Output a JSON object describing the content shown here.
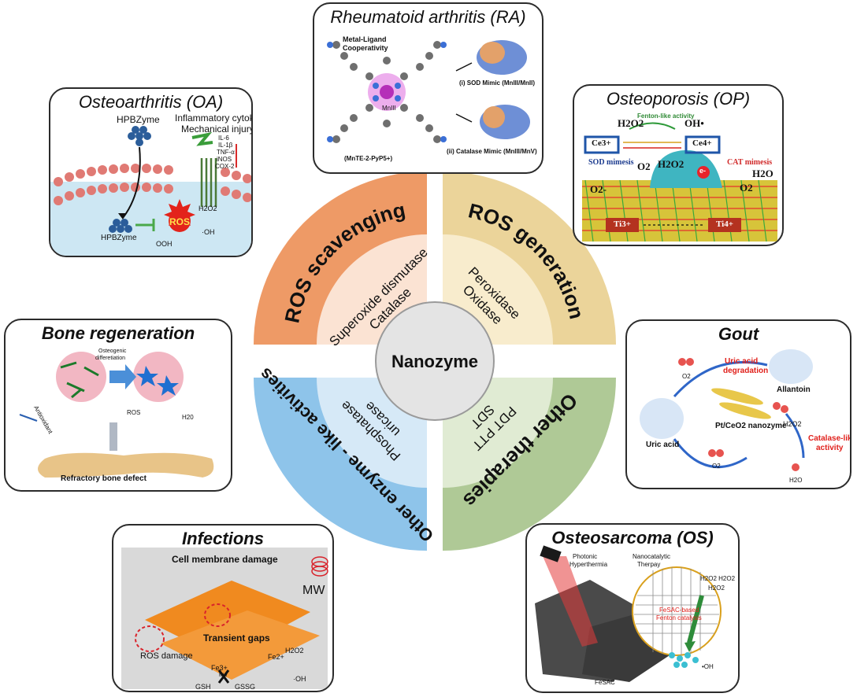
{
  "center": {
    "title": "Nanozyme"
  },
  "colors": {
    "orange": "#ee9a66",
    "orange_light": "#fbe3d3",
    "yellow": "#ebd49a",
    "yellow_light": "#f8eccd",
    "blue": "#8ec4ea",
    "blue_light": "#d6e9f7",
    "green": "#afc996",
    "green_light": "#e0ebd3",
    "core": "#e4e4e4"
  },
  "quadrants": {
    "ros_scavenging": {
      "title": "ROS scavenging",
      "inner_line1": "Superoxide dismutase",
      "inner_line2": "Catalase"
    },
    "ros_generation": {
      "title": "ROS generation",
      "inner_line1": "Peroxidase",
      "inner_line2": "Oxidase"
    },
    "other_enzyme": {
      "title": "Other enzyme - like activities",
      "inner_line1": "Phosphatase",
      "inner_line2": "uricase"
    },
    "other_therapies": {
      "title": "Other therapies",
      "inner_line1": "PDT PTT",
      "inner_line2": "SDT"
    }
  },
  "panels": {
    "oa": {
      "title": "Osteoarthritis (OA)",
      "hpbzyme_top": "HPBZyme",
      "cytokine": "Inflammatory cytokine",
      "injury": "Mechanical injury",
      "il6": "IL-6",
      "il1b": "IL-1β",
      "tnf": "TNF-α",
      "inos": "iNOS",
      "cox2": "COX-2",
      "h2o2": "H2O2",
      "ros": "ROS",
      "oh": "·OH",
      "ooh": "OOH",
      "hpbzyme_bottom": "HPBZyme"
    },
    "ra": {
      "title": "Rheumatoid arthritis (RA)",
      "mlc1": "Metal-Ligand",
      "mlc2": "Cooperativity",
      "mn": "MnIII",
      "sod": "(i) SOD Mimic (MnIII/MnII)",
      "cat": "(ii) Catalase Mimic (MnIII/MnV)",
      "compound": "(MnTE-2-PyP5+)"
    },
    "op": {
      "title": "Osteoporosis (OP)",
      "fenton": "Fenton-like activity",
      "h2o2": "H2O2",
      "oh": "OH•",
      "ce3": "Ce3+",
      "ce4": "Ce4+",
      "sod": "SOD mimesis",
      "cat": "CAT mimesis",
      "o2": "O2",
      "h2o2b": "H2O2",
      "h2o": "H2O",
      "o2b": "O2",
      "o2minus": "O2-",
      "e": "e-",
      "ti3": "Ti3+",
      "ti4": "Ti4+"
    },
    "bone": {
      "title": "Bone regeneration",
      "osteo1": "Osteogenic",
      "osteo2": "differetiation",
      "ros": "ROS",
      "h2o": "H20",
      "anti": "Antioxidant",
      "defect": "Refractory bone defect"
    },
    "gout": {
      "title": "Gout",
      "uric_deg1": "Uric acid",
      "uric_deg2": "degradation",
      "allantoin": "Allantoin",
      "o2": "O2",
      "nano": "Pt/CeO2 nanozyme",
      "h2o2": "H2O2",
      "uric": "Uric acid",
      "cat1": "Catalase-like",
      "cat2": "activity",
      "o2b": "O2",
      "h2o": "H2O"
    },
    "inf": {
      "title": "Infections",
      "membrane": "Cell membrane damage",
      "mw": "MW",
      "gaps": "Transient gaps",
      "ros": "ROS damage",
      "h2o2": "H2O2",
      "fe2": "Fe2+",
      "fe3": "Fe3+",
      "mw2": "MW",
      "oh": "·OH",
      "gsh": "GSH",
      "gssg": "GSSG"
    },
    "os": {
      "title": "Osteosarcoma (OS)",
      "photonic1": "Photonic",
      "photonic2": "Hyperthermia",
      "nano1": "Nanocatalytic",
      "nano2": "Therpay",
      "h2o2": "H2O2 H2O2",
      "h2o2b": "H2O2",
      "fesac1": "FeSAC-based",
      "fesac2": "Fenton catalysis",
      "oh": "•OH",
      "fesac": "FeSAC"
    }
  }
}
